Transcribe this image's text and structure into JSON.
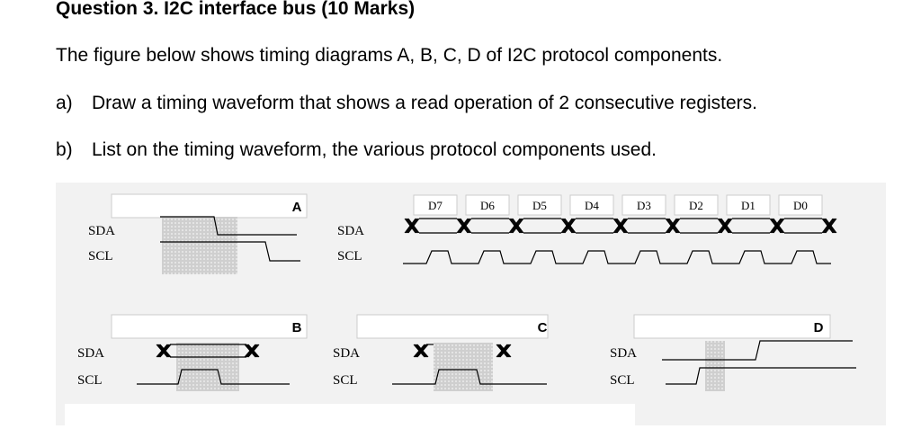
{
  "question": {
    "title": "Question 3. I2C interface bus (10 Marks)",
    "intro": "The figure below shows timing diagrams A, B, C, D of I2C protocol components.",
    "items": [
      {
        "label": "a)",
        "text": "Draw a timing waveform that shows a read operation of 2 consecutive registers."
      },
      {
        "label": "b)",
        "text": "List on the timing waveform, the various protocol components used."
      }
    ]
  },
  "figure": {
    "signals": {
      "sda": "SDA",
      "scl": "SCL"
    },
    "panels": [
      {
        "id": "A",
        "label": "A"
      },
      {
        "id": "B",
        "label": "B"
      },
      {
        "id": "C",
        "label": "C"
      },
      {
        "id": "D",
        "label": "D"
      }
    ],
    "data_bits": [
      "D7",
      "D6",
      "D5",
      "D4",
      "D3",
      "D2",
      "D1",
      "D0"
    ],
    "colors": {
      "background": "#f2f2f2",
      "shade": "#c8c8c8",
      "line": "#000000"
    }
  }
}
